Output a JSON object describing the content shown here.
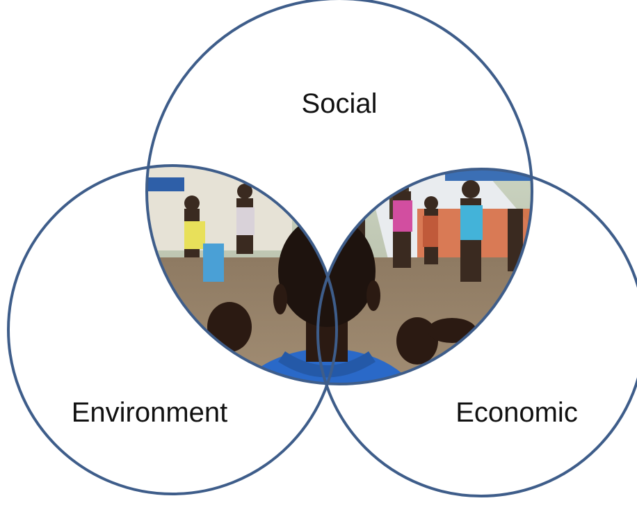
{
  "labels": {
    "social": "Social",
    "environment": "Environment",
    "economic": "Economic"
  },
  "colors": {
    "circle_stroke": "#3e5d8a",
    "photo_sky": "#cfd8c6",
    "photo_ground": "#a08b72",
    "shirt_blue": "#2a69c8"
  },
  "photo": {
    "description_icon": "children-playing-photo"
  }
}
